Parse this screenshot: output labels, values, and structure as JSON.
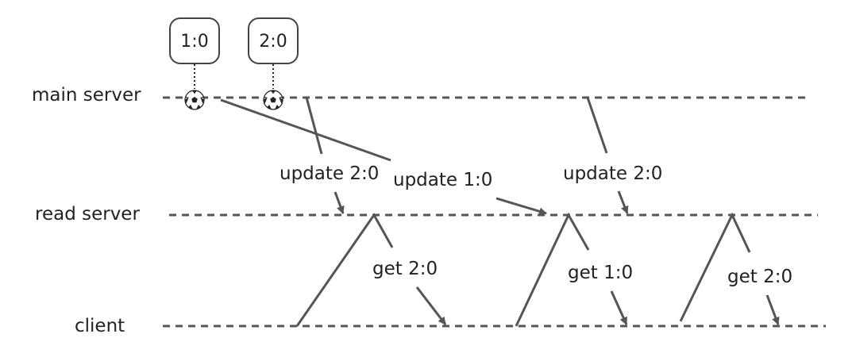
{
  "lanes": {
    "main_server": "main server",
    "read_server": "read server",
    "client": "client"
  },
  "events": {
    "score_1": "1:0",
    "score_2": "2:0",
    "ball_icon": "soccer-ball"
  },
  "messages": {
    "update_2_0_first": "update 2:0",
    "update_1_0": "update 1:0",
    "update_2_0_second": "update 2:0",
    "get_2_0_first": "get 2:0",
    "get_1_0": "get 1:0",
    "get_2_0_second": "get 2:0"
  },
  "colors": {
    "line": "#555555",
    "text": "#222222"
  }
}
